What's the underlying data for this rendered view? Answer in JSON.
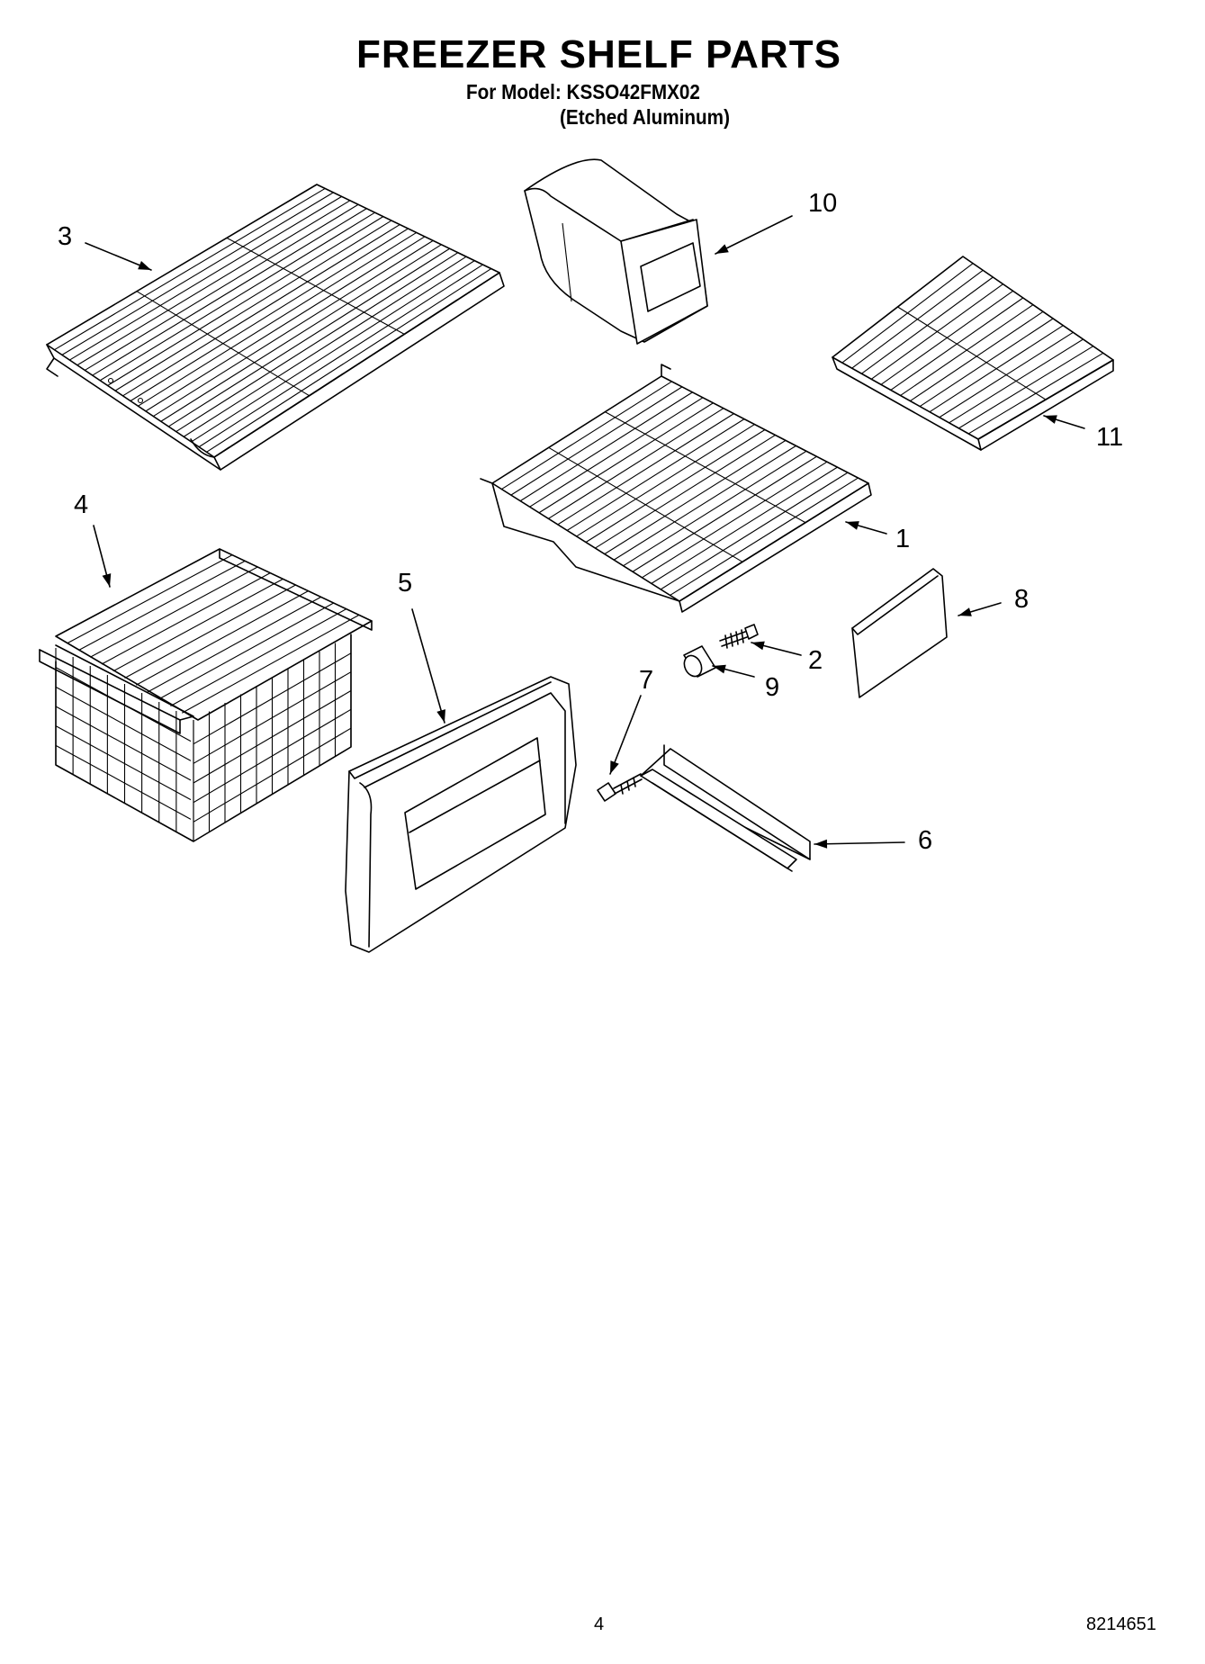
{
  "header": {
    "title": "FREEZER SHELF PARTS",
    "model_line": "For Model: KSSO42FMX02",
    "finish_line": "(Etched Aluminum)"
  },
  "callouts": {
    "c1": "1",
    "c2": "2",
    "c3": "3",
    "c4": "4",
    "c5": "5",
    "c6": "6",
    "c7": "7",
    "c8": "8",
    "c9": "9",
    "c10": "10",
    "c11": "11"
  },
  "footer": {
    "page_number": "4",
    "doc_number": "8214651"
  }
}
